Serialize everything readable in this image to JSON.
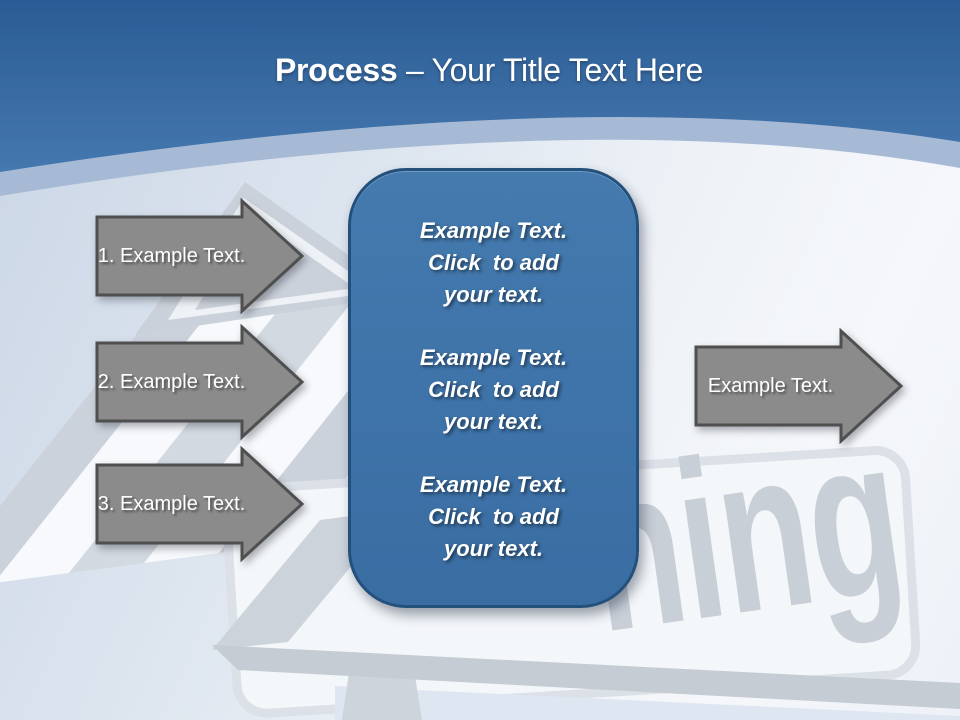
{
  "slide": {
    "title": {
      "bold": "Process",
      "rest": " – Your Title Text Here"
    }
  },
  "steps": [
    {
      "label": "1. Example Text."
    },
    {
      "label": "2. Example Text."
    },
    {
      "label": "3. Example Text."
    }
  ],
  "output_arrow": {
    "label": "Example Text."
  },
  "textbox": {
    "blocks": [
      {
        "lines": [
          "Example Text.",
          "Click  to add",
          "your text."
        ]
      },
      {
        "lines": [
          "Example Text.",
          "Click  to add",
          "your text."
        ]
      },
      {
        "lines": [
          "Example Text.",
          "Click  to add",
          "your text."
        ]
      }
    ]
  },
  "watermark": {
    "sign_text": "ning"
  },
  "colors": {
    "header_blue_top": "#2b5c95",
    "header_blue_bottom": "#4478ae",
    "curve_band": "#a7bad5",
    "arrow_fill": "#8b8b8b",
    "arrow_border": "#4f4f4f",
    "panel_fill": "#3e73a9",
    "panel_border": "#24507c",
    "text_color": "#ffffff",
    "watermark_gray": "#ccd2db"
  }
}
